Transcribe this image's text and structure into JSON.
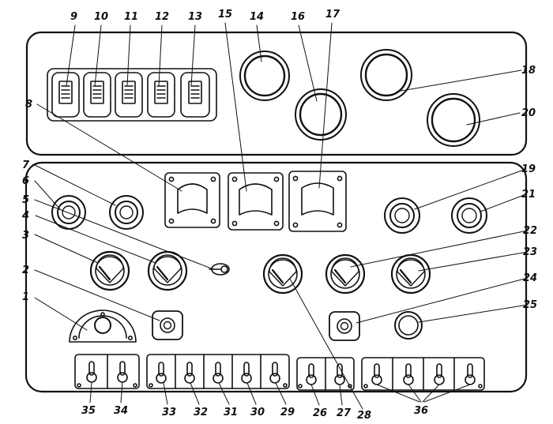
{
  "figure": {
    "callouts": [
      "1",
      "2",
      "3",
      "4",
      "5",
      "6",
      "7",
      "8",
      "9",
      "10",
      "11",
      "12",
      "13",
      "14",
      "15",
      "16",
      "17",
      "18",
      "19",
      "20",
      "21",
      "22",
      "23",
      "24",
      "25",
      "26",
      "27",
      "28",
      "29",
      "30",
      "31",
      "32",
      "33",
      "34",
      "35",
      "36"
    ]
  },
  "colors": {
    "ink": "#111111",
    "paper": "#ffffff"
  }
}
